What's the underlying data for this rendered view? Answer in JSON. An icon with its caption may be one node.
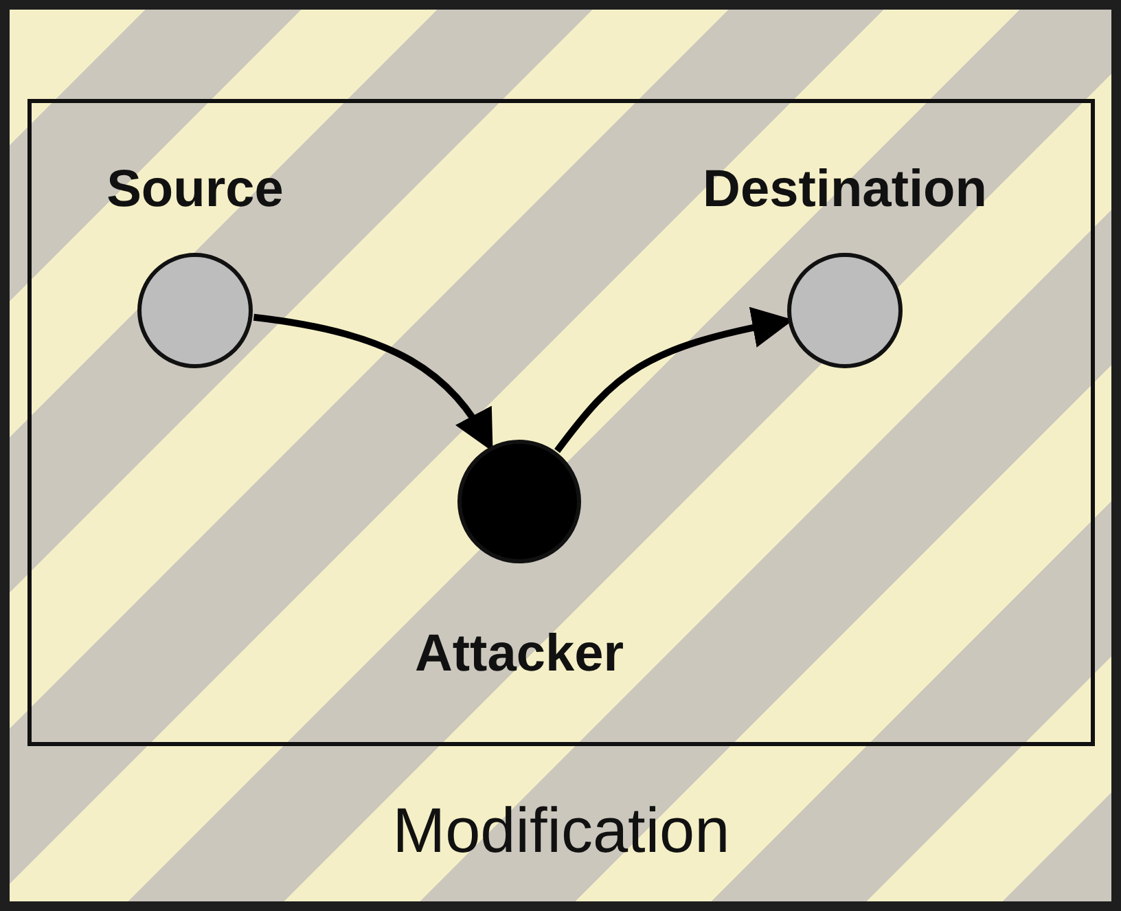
{
  "diagram": {
    "nodes": [
      {
        "text": [
          "Modification"
        ]
      },
      {
        "text": [
          "Source"
        ],
        "in": 0
      },
      {
        "text": [
          "Destination"
        ],
        "in": 0
      },
      {
        "text": [
          "Attacker"
        ],
        "in": 0
      }
    ],
    "edges": [
      {
        "from": 1,
        "to": 3,
        "arrow": "to"
      },
      {
        "from": 3,
        "to": 2,
        "arrow": "to"
      }
    ]
  }
}
